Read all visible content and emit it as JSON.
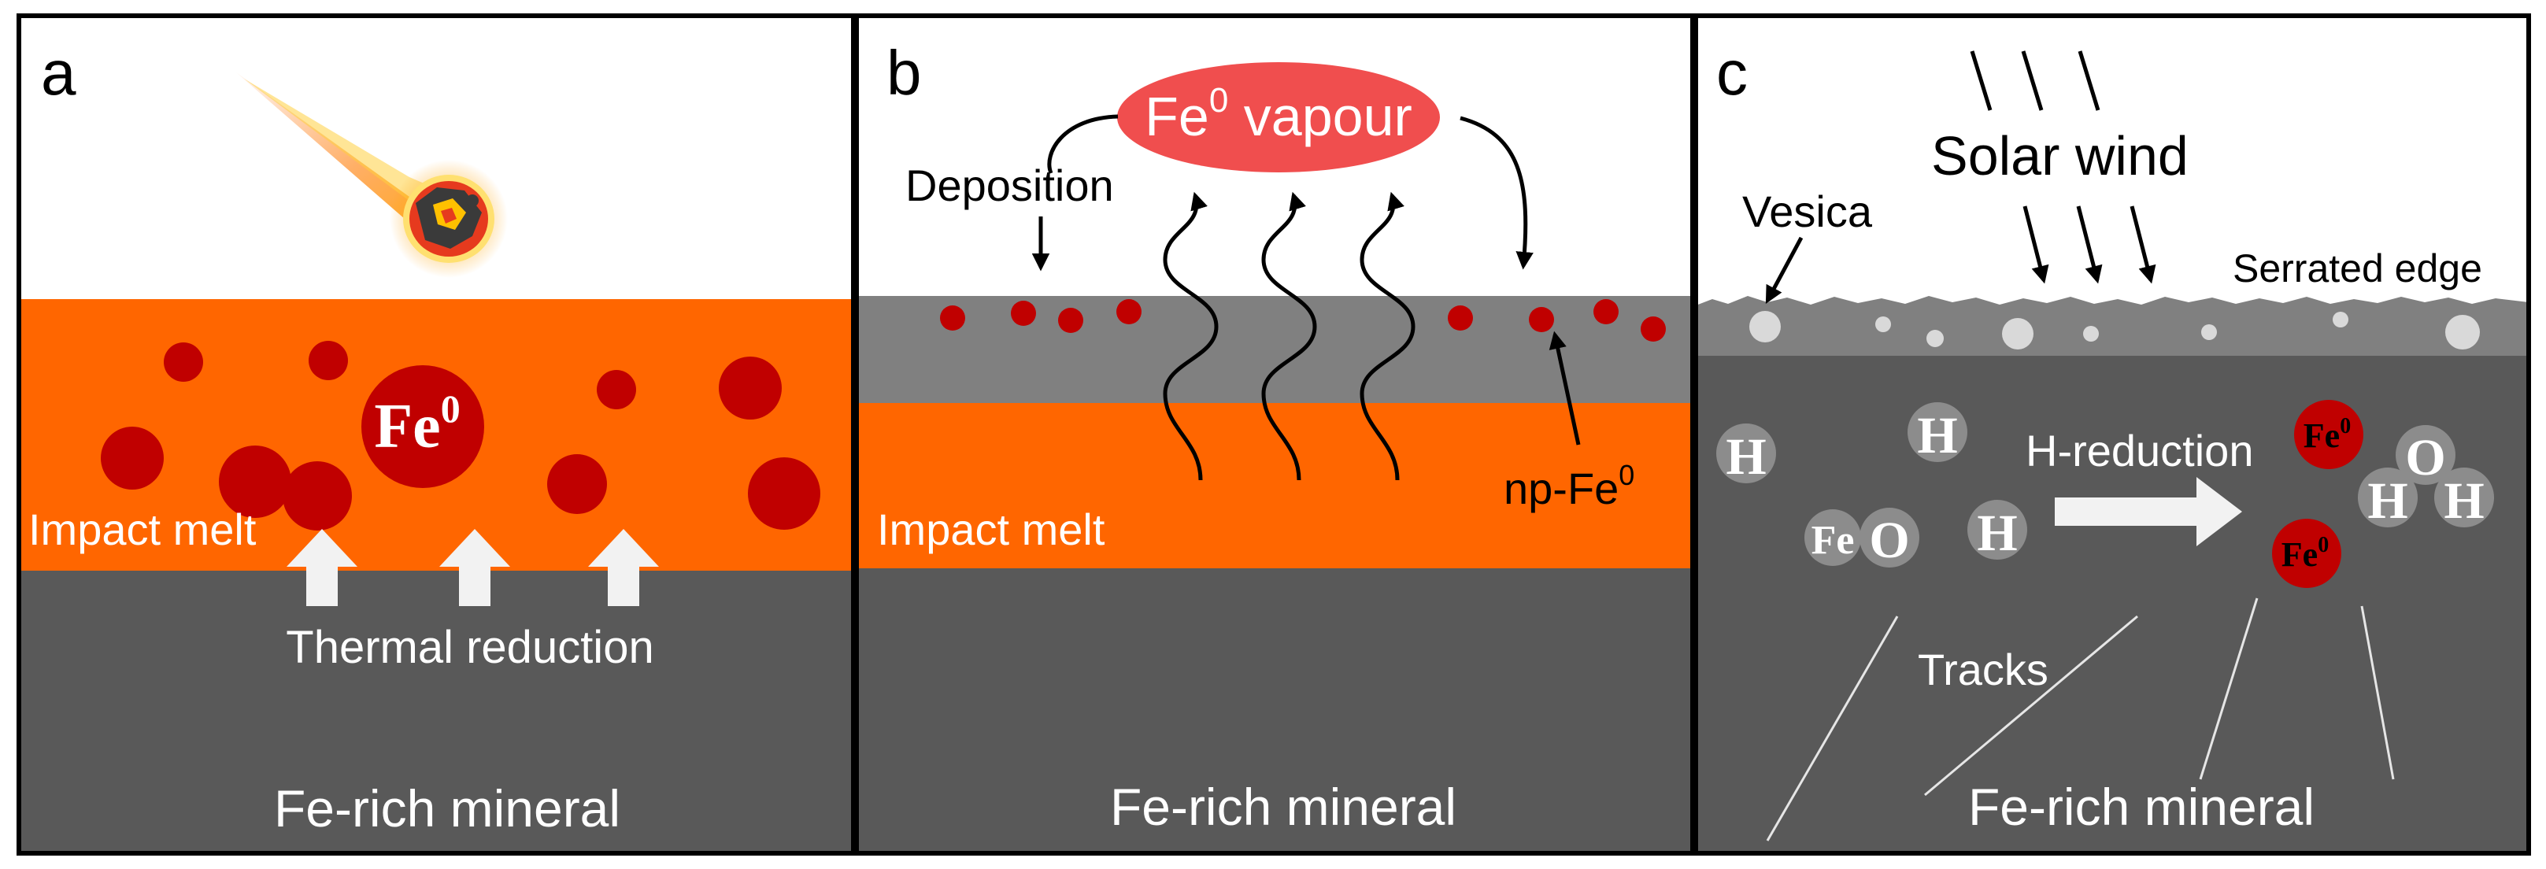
{
  "panels": {
    "a": {
      "letter": "a",
      "melt_label": "Impact melt",
      "fe_main": "Fe",
      "fe_main_sup": "0",
      "reduction_label": "Thermal reduction",
      "mineral_label": "Fe-rich mineral"
    },
    "b": {
      "letter": "b",
      "vapour_fe": "Fe",
      "vapour_sup": "0",
      "vapour_word": " vapour",
      "deposition_label": "Deposition",
      "melt_label": "Impact melt",
      "np_label": "np-Fe",
      "np_sup": "0",
      "mineral_label": "Fe-rich mineral"
    },
    "c": {
      "letter": "c",
      "solar_wind_label": "Solar wind",
      "vesica_label": "Vesica",
      "serrated_label": "Serrated edge",
      "h_reduction_label": "H-reduction",
      "tracks_label": "Tracks",
      "mineral_label": "Fe-rich mineral",
      "h": "H",
      "o": "O",
      "fe": "Fe",
      "fe0_fe": "Fe",
      "fe0_sup": "0"
    }
  },
  "colors": {
    "impact_melt": "#ff6600",
    "mineral": "#595959",
    "surface_grey": "#808080",
    "iron_particle": "#c00000",
    "vapour": "#f04e4e",
    "atom_grey": "#8c8c8c",
    "arrow_white": "#f2f2f2"
  }
}
